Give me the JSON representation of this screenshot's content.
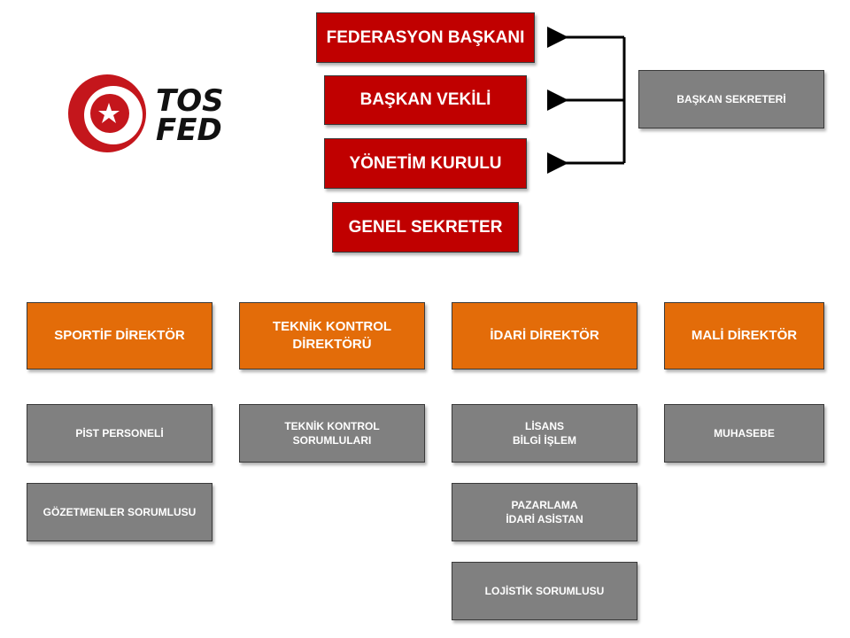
{
  "logo": {
    "text_line1": "TOS",
    "text_line2": "FED"
  },
  "top": {
    "president": "FEDERASYON BAŞKANI",
    "vice_president": "BAŞKAN VEKİLİ",
    "board": "YÖNETİM KURULU",
    "secretary_general": "GENEL SEKRETER",
    "president_secretary": "BAŞKAN SEKRETERİ"
  },
  "directors": [
    {
      "title": "SPORTİF DİREKTÖR",
      "units": [
        "PİST PERSONELİ",
        "GÖZETMENLER SORUMLUSU"
      ]
    },
    {
      "title": "TEKNİK KONTROL\nDİREKTÖRÜ",
      "units": [
        "TEKNİK KONTROL\nSORUMLULARI"
      ]
    },
    {
      "title": "İDARİ DİREKTÖR",
      "units": [
        "LİSANS\nBİLGİ İŞLEM",
        "PAZARLAMA\nİDARİ ASİSTAN",
        "LOJİSTİK SORUMLUSU"
      ]
    },
    {
      "title": "MALİ DİREKTÖR",
      "units": [
        "MUHASEBE"
      ]
    }
  ],
  "colors": {
    "red": "#c00000",
    "orange": "#e36c09",
    "gray": "#808080"
  }
}
